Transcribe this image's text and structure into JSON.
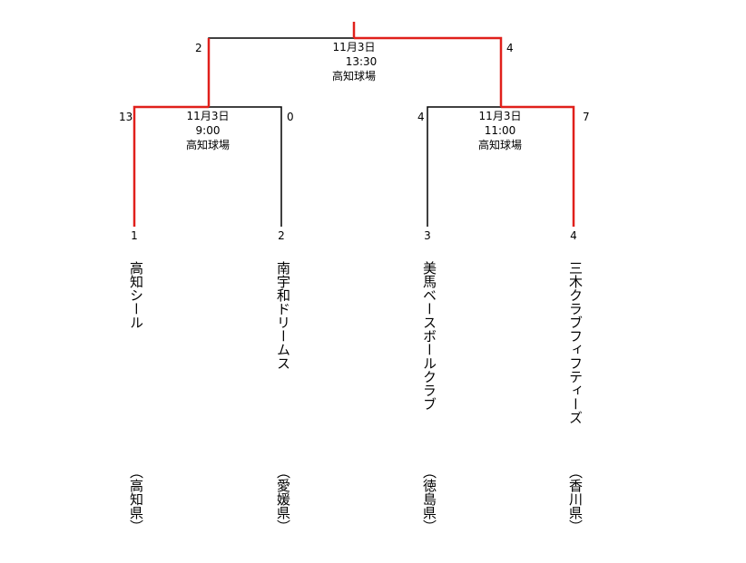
{
  "colors": {
    "winner": "#e0201b",
    "line": "#000000"
  },
  "final": {
    "date": "11月3日",
    "time": "13:30",
    "venue": "高知球場",
    "score_left": "2",
    "score_right": "4",
    "winner": "right"
  },
  "semifinals": [
    {
      "date": "11月3日",
      "time": "9:00",
      "venue": "高知球場",
      "score_left": "13",
      "score_right": "0",
      "winner": "left"
    },
    {
      "date": "11月3日",
      "time": "11:00",
      "venue": "高知球場",
      "score_left": "4",
      "score_right": "7",
      "winner": "right"
    }
  ],
  "teams": [
    {
      "seed": "1",
      "name": "高知シール",
      "pref": "（高知県）"
    },
    {
      "seed": "2",
      "name": "南宇和ドリームス",
      "pref": "（愛媛県）"
    },
    {
      "seed": "3",
      "name": "美馬ベースボールクラブ",
      "pref": "（徳島県）"
    },
    {
      "seed": "4",
      "name": "三木クラブフィフティーズ",
      "pref": "（香川県）"
    }
  ]
}
